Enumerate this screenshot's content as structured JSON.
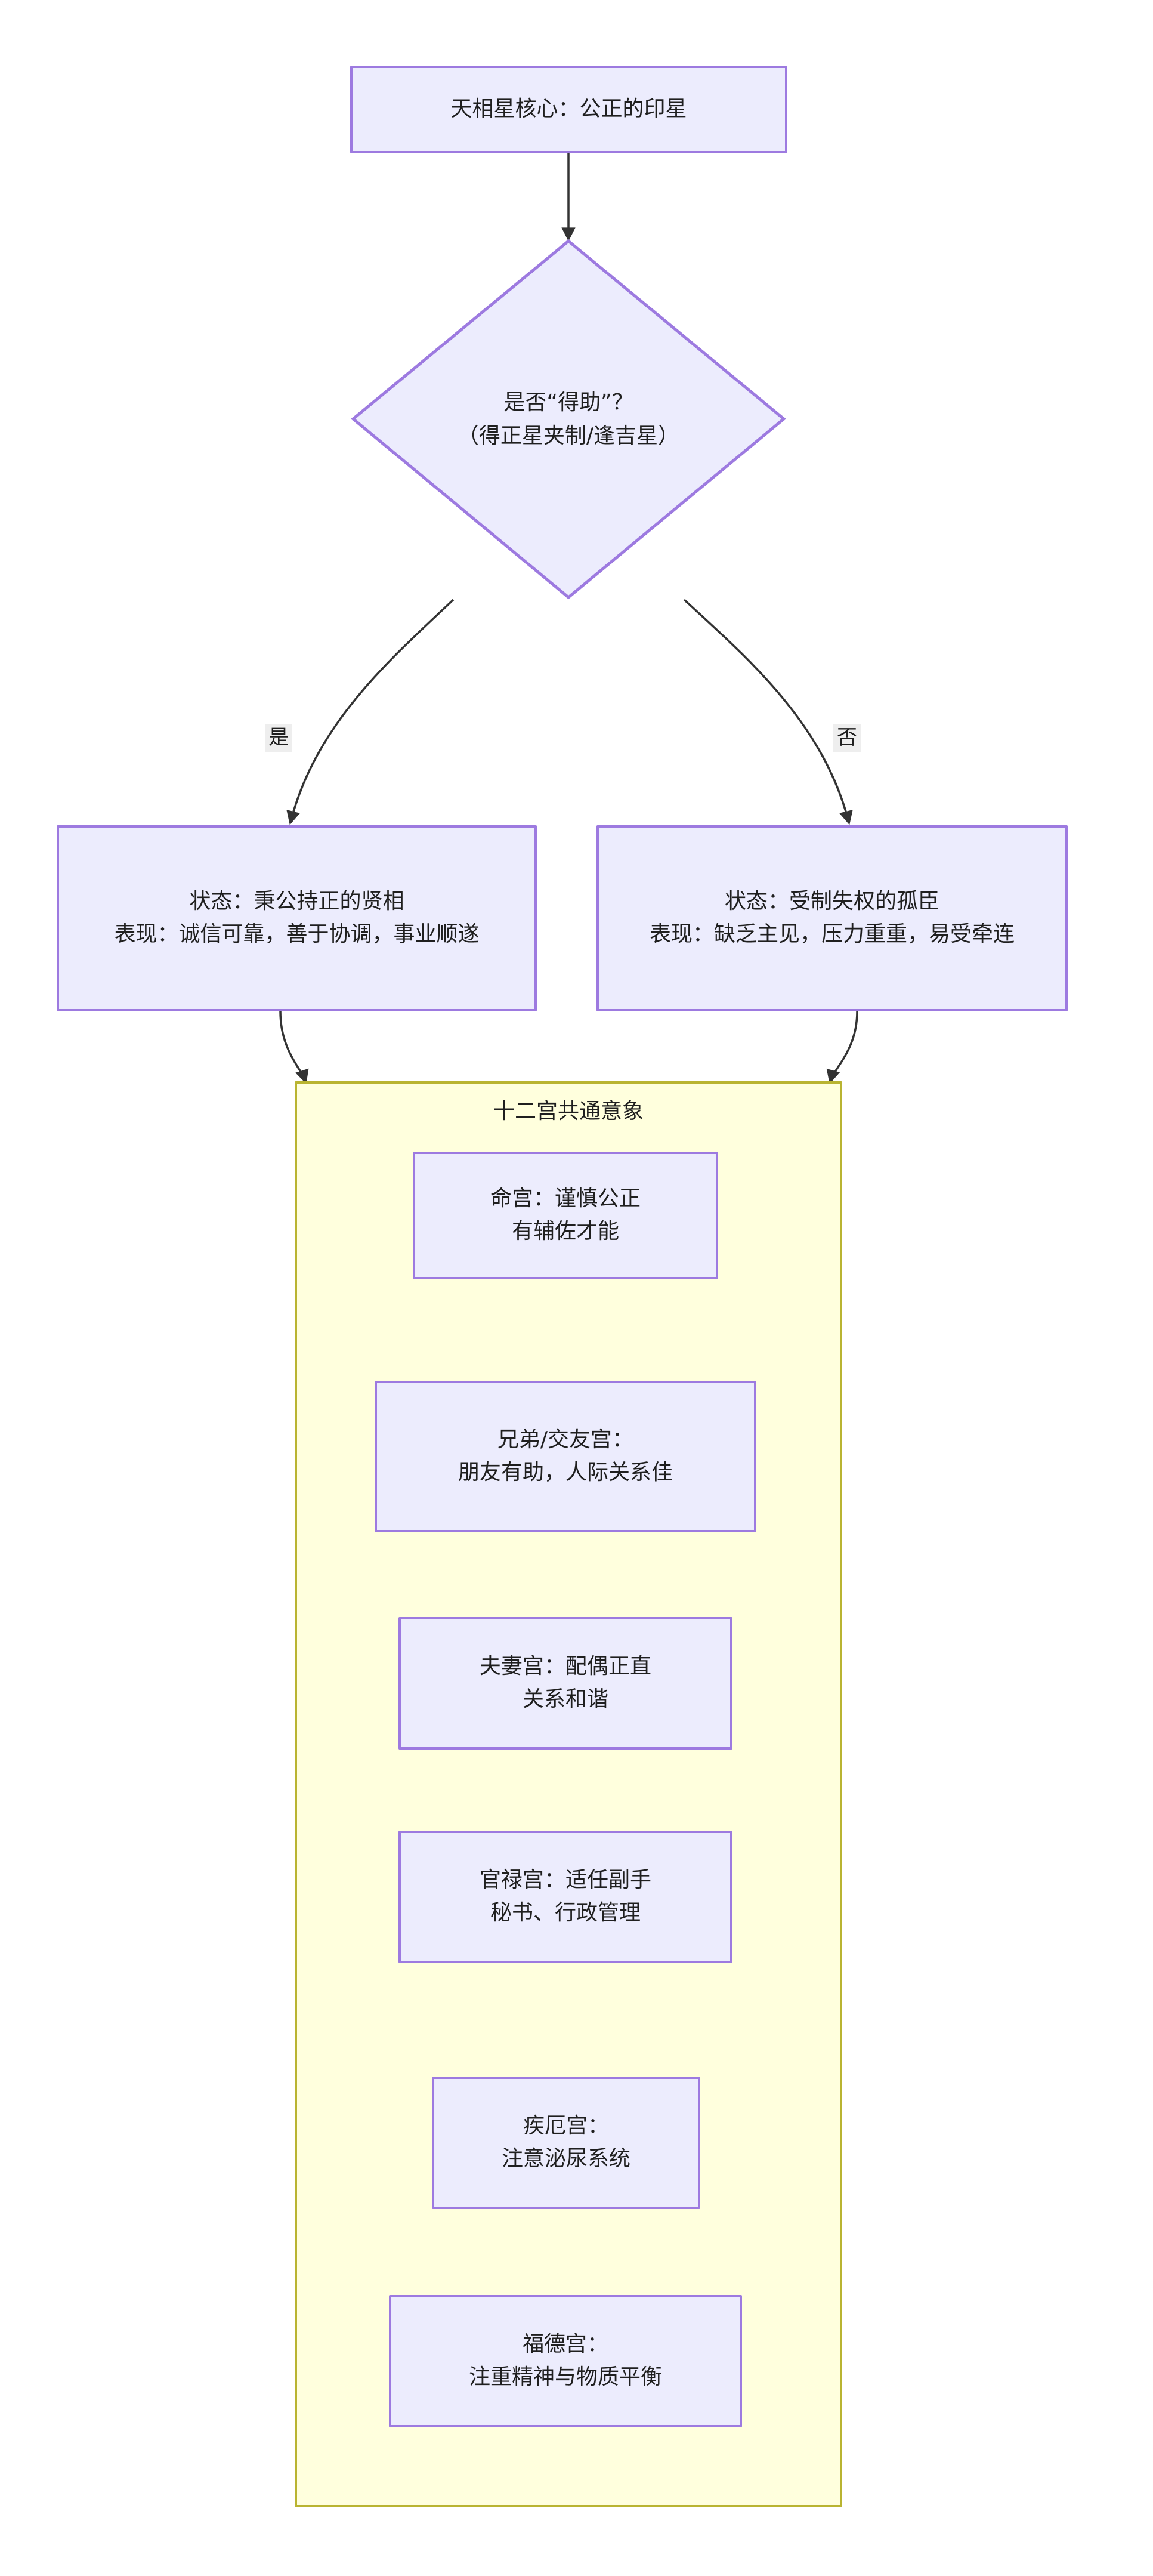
{
  "diagram": {
    "type": "flowchart",
    "direction": "top-down",
    "background_color": "#ffffff",
    "node_fill": "#ececfd",
    "node_border": "#9d7ae0",
    "cluster_fill": "#ffffdd",
    "cluster_border": "#b9b431",
    "edge_color": "#333333",
    "edge_label_bg": "#eeeeee",
    "text_color": "#1f1f1f"
  },
  "nodes": {
    "root": {
      "label": "天相星核心：公正的印星",
      "shape": "rect"
    },
    "decision": {
      "label": "是否“得助”？\n（得正星夹制/逢吉星）",
      "shape": "diamond"
    },
    "state_yes": {
      "label": "状态：秉公持正的贤相\n表现：诚信可靠，善于协调，事业顺遂",
      "shape": "rect"
    },
    "state_no": {
      "label": "状态：受制失权的孤臣\n表现：缺乏主见，压力重重，易受牵连",
      "shape": "rect"
    }
  },
  "edges": [
    {
      "from": "root",
      "to": "decision",
      "label": ""
    },
    {
      "from": "decision",
      "to": "state_yes",
      "label": "是"
    },
    {
      "from": "decision",
      "to": "state_no",
      "label": "否"
    },
    {
      "from": "state_yes",
      "to": "cluster",
      "label": ""
    },
    {
      "from": "state_no",
      "to": "cluster",
      "label": ""
    }
  ],
  "cluster": {
    "title": "十二宫共通意象",
    "items": [
      {
        "id": "palace-ming",
        "label": "命宫：谨慎公正\n有辅佐才能"
      },
      {
        "id": "palace-siblings-friends",
        "label": "兄弟/交友宫：\n朋友有助，人际关系佳"
      },
      {
        "id": "palace-spouse",
        "label": "夫妻宫：配偶正直\n关系和谐"
      },
      {
        "id": "palace-career",
        "label": "官禄宫：适任副手\n秘书、行政管理"
      },
      {
        "id": "palace-health",
        "label": "疾厄宫：\n注意泌尿系统"
      },
      {
        "id": "palace-fortune",
        "label": "福德宫：\n注重精神与物质平衡"
      }
    ]
  }
}
